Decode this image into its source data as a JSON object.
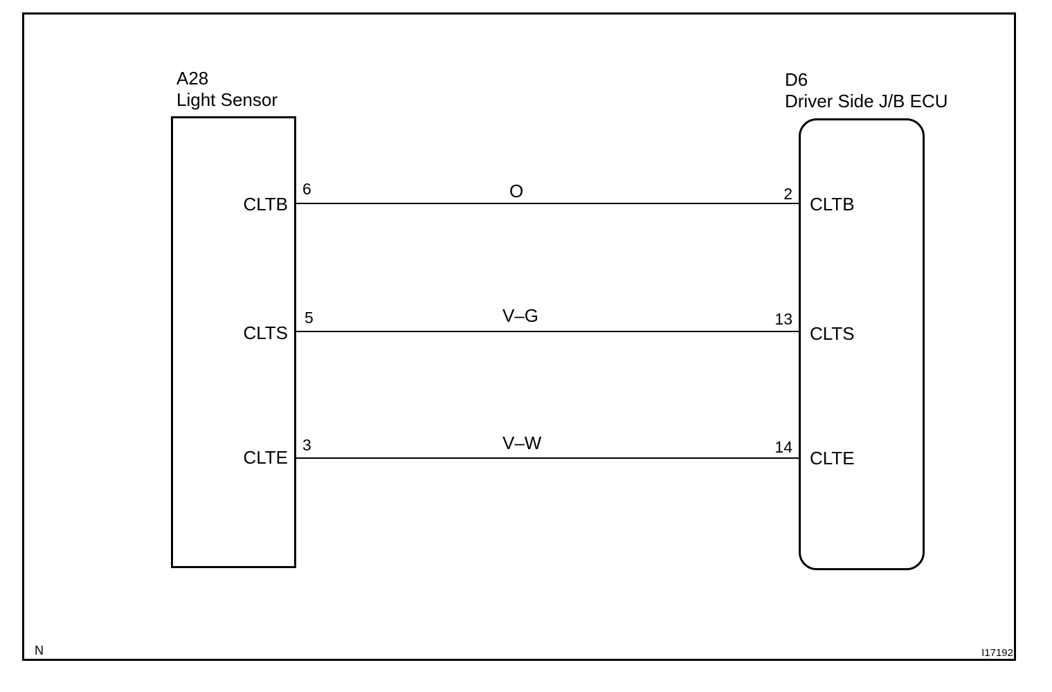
{
  "left_component": {
    "code": "A28",
    "name": "Light Sensor",
    "pins": [
      {
        "name": "CLTB",
        "number": "6"
      },
      {
        "name": "CLTS",
        "number": "5"
      },
      {
        "name": "CLTE",
        "number": "3"
      }
    ]
  },
  "right_component": {
    "code": "D6",
    "name": "Driver Side J/B ECU",
    "pins": [
      {
        "name": "CLTB",
        "number": "2"
      },
      {
        "name": "CLTS",
        "number": "13"
      },
      {
        "name": "CLTE",
        "number": "14"
      }
    ]
  },
  "wires": [
    {
      "color": "O"
    },
    {
      "color": "V–G"
    },
    {
      "color": "V–W"
    }
  ],
  "corner": {
    "left": "N",
    "right": "I17192"
  }
}
